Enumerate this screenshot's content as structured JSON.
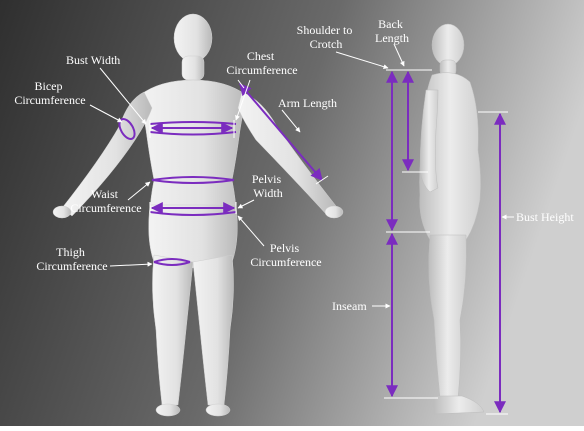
{
  "figure": {
    "labels": {
      "bust_width": "Bust Width",
      "chest_circumference": [
        "Chest",
        "Circumference"
      ],
      "bicep_circumference": [
        "Bicep",
        "Circumference"
      ],
      "arm_length": "Arm Length",
      "waist_circumference": [
        "Waist",
        "Circumference"
      ],
      "pelvis_width": [
        "Pelvis",
        "Width"
      ],
      "pelvis_circumference": [
        "Pelvis",
        "Circumference"
      ],
      "thigh_circumference": [
        "Thigh",
        "Circumference"
      ],
      "shoulder_to_crotch": [
        "Shoulder to",
        "Crotch"
      ],
      "back_length": [
        "Back",
        "Length"
      ],
      "bust_height": "Bust Height",
      "inseam": "Inseam"
    },
    "colors": {
      "measurement": "#7b2cbf",
      "reference_line": "#ffffff",
      "label_text": "#ffffff",
      "background_dark": "#3e3e3e",
      "background_light": "#bdbdbd",
      "body": "#e8e8e8"
    }
  }
}
